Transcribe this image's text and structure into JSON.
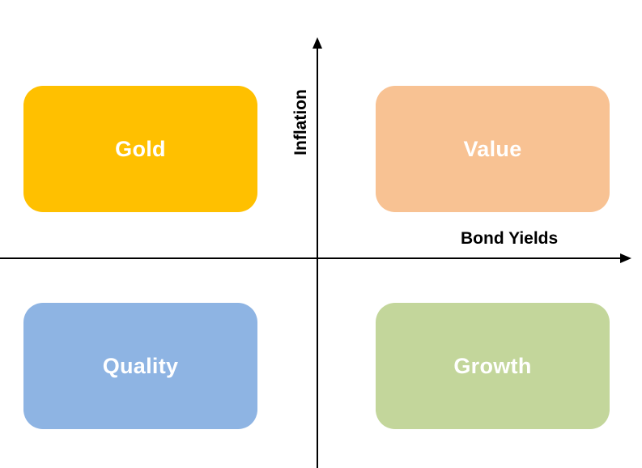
{
  "axes": {
    "x_label": "Bond Yields",
    "y_label": "Inflation",
    "line_color": "#000000"
  },
  "quadrants": [
    {
      "id": "top-left",
      "label": "Gold",
      "color": "#FFC000"
    },
    {
      "id": "top-right",
      "label": "Value",
      "color": "#F8C293"
    },
    {
      "id": "bottom-left",
      "label": "Quality",
      "color": "#8EB4E3"
    },
    {
      "id": "bottom-right",
      "label": "Growth",
      "color": "#C3D69B"
    }
  ],
  "text_color": "#FFFFFF"
}
